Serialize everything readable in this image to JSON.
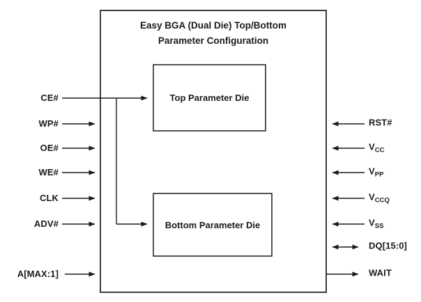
{
  "diagram": {
    "title_line1": "Easy BGA (Dual Die) Top/Bottom",
    "title_line2": "Parameter Configuration",
    "top_die_label": "Top Parameter Die",
    "bottom_die_label": "Bottom Parameter Die",
    "left_pins": [
      "CE#",
      "WP#",
      "OE#",
      "WE#",
      "CLK",
      "ADV#",
      "A[MAX:1]"
    ],
    "right_pins": [
      {
        "main": "RST#",
        "sub": ""
      },
      {
        "main": "V",
        "sub": "CC"
      },
      {
        "main": "V",
        "sub": "PP"
      },
      {
        "main": "V",
        "sub": "CCQ"
      },
      {
        "main": "V",
        "sub": "SS"
      },
      {
        "main": "DQ[15:0]",
        "sub": ""
      },
      {
        "main": "WAIT",
        "sub": ""
      }
    ],
    "colors": {
      "line": "#1a1a1a",
      "text": "#1a1a1a",
      "background": "#ffffff"
    }
  }
}
